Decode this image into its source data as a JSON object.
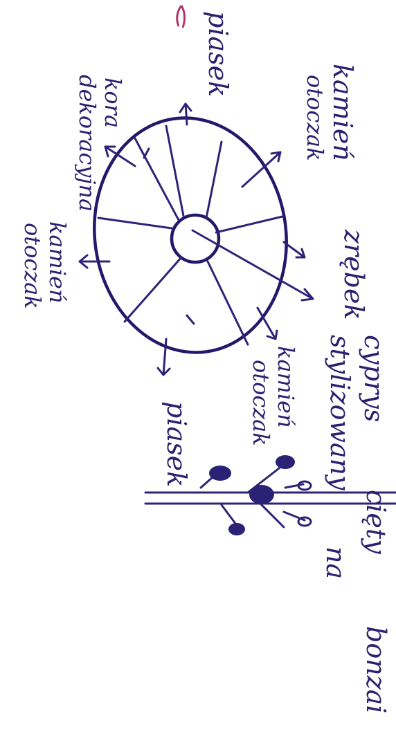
{
  "labels": {
    "piasek_top": "piasek",
    "kamien_otoczak_top_1": "kamień",
    "kamien_otoczak_top_2": "otoczak",
    "kora_1": "kora",
    "kora_2": "dekoracyjna",
    "kamien_left_1": "kamień",
    "kamien_left_2": "otoczak",
    "zrebek": "zrębek",
    "cyprys_1": "cyprys",
    "cyprys_2": "stylizowany",
    "ciety": "cięty",
    "na": "na",
    "bonzai": "bonzai",
    "kamien_center_1": "kamień",
    "kamien_center_2": "otoczak",
    "piasek_bottom": "piasek"
  },
  "colors": {
    "ink": "#23196b",
    "paper": "#ffffff"
  }
}
